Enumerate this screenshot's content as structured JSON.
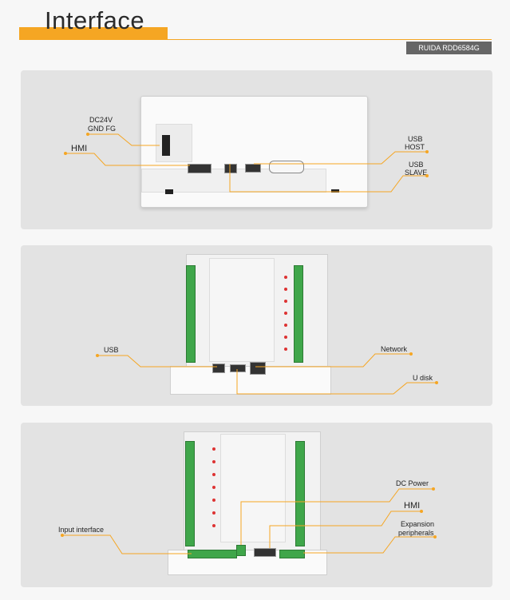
{
  "header": {
    "title": "Interface",
    "model": "RUIDA RDD6584G"
  },
  "panel1": {
    "dc_power": "DC24V",
    "gnd_fg": "GND FG",
    "hmi": "HMI",
    "usb_host_line1": "USB",
    "usb_host_line2": "HOST",
    "usb_slave_line1": "USB",
    "usb_slave_line2": "SLAVE"
  },
  "panel2": {
    "usb": "USB",
    "network": "Network",
    "udisk": "U disk"
  },
  "panel3": {
    "dc_power": "DC Power",
    "hmi": "HMI",
    "expansion_line1": "Expansion",
    "expansion_line2": "peripherals",
    "input_interface": "Input interface"
  },
  "colors": {
    "accent": "#f5a623",
    "panel_bg": "#e3e3e3",
    "terminal": "#3fa64a",
    "led": "#dd3333"
  }
}
